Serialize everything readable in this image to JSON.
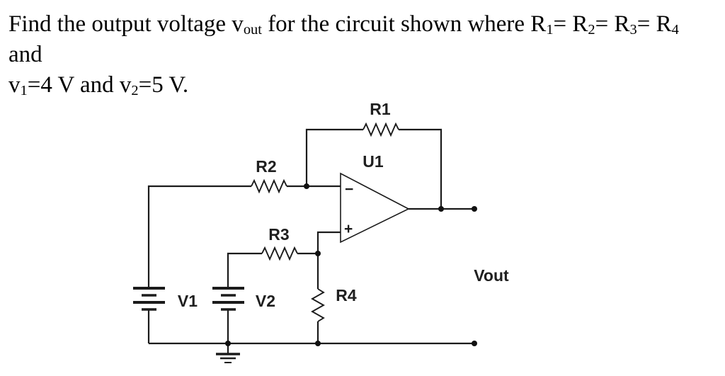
{
  "question": {
    "line1": [
      {
        "t": "Find the output voltage v",
        "sub": false
      },
      {
        "t": "out",
        "sub": true
      },
      {
        "t": " for the circuit shown where R",
        "sub": false
      },
      {
        "t": "1",
        "sub": true
      },
      {
        "t": "= R",
        "sub": false
      },
      {
        "t": "2",
        "sub": true
      },
      {
        "t": "= R",
        "sub": false
      },
      {
        "t": "3",
        "sub": true
      },
      {
        "t": "= R",
        "sub": false
      },
      {
        "t": "4",
        "sub": true
      },
      {
        "t": " and",
        "sub": false
      }
    ],
    "line2": [
      {
        "t": "v",
        "sub": false
      },
      {
        "t": "1",
        "sub": true
      },
      {
        "t": "=4 V and v",
        "sub": false
      },
      {
        "t": "2",
        "sub": true
      },
      {
        "t": "=5 V.",
        "sub": false
      }
    ]
  },
  "circuit": {
    "labels": {
      "r1": "R1",
      "r2": "R2",
      "r3": "R3",
      "r4": "R4",
      "u1": "U1",
      "v1": "V1",
      "v2": "V2",
      "vout": "Vout",
      "inverting": "−",
      "noninverting": "+"
    }
  },
  "colors": {
    "ink": "#1b1b1b",
    "background": "#ffffff"
  }
}
